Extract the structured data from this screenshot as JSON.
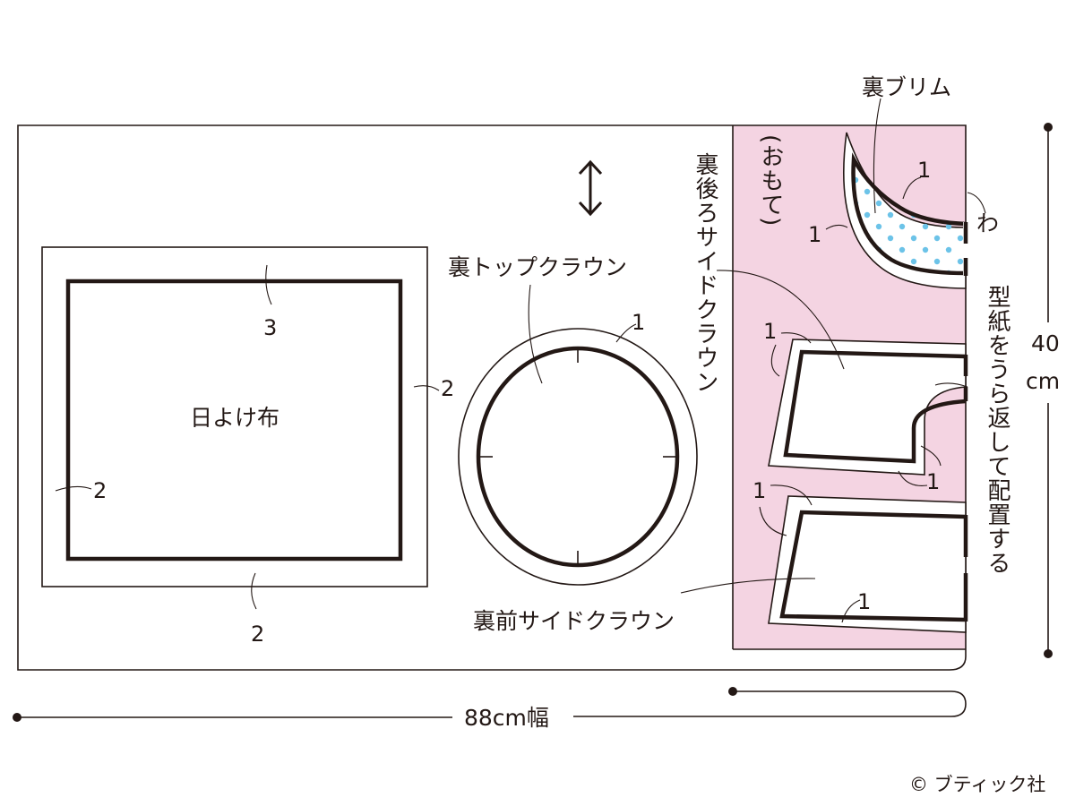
{
  "colors": {
    "pink": "#f4d4e2",
    "dots": "#6cc3e8",
    "ink": "#231815"
  },
  "pieces": {
    "sunshade": {
      "label": "日よけ布",
      "allowance_top": "3",
      "allowance_right": "2",
      "allowance_left": "2",
      "allowance_bottom": "2"
    },
    "top_crown": {
      "label": "裏トップクラウン",
      "allowance": "1"
    },
    "back_side_crown": {
      "label": "裏後ろサイドクラウン",
      "allowance_a": "1",
      "allowance_b": "1"
    },
    "front_side_crown": {
      "label": "裏前サイドクラウン",
      "allowance_a": "1",
      "allowance_b": "1"
    },
    "brim": {
      "label": "裏ブリム",
      "allowance_a": "1",
      "allowance_b": "1",
      "fold": "わ"
    }
  },
  "notes": {
    "face_side": "(おもて)",
    "flip_pattern": "型紙をうら返して配置する"
  },
  "dimensions": {
    "width": "88cm幅",
    "height_value": "40",
    "height_unit": "cm"
  },
  "credit": "© ブティック社"
}
